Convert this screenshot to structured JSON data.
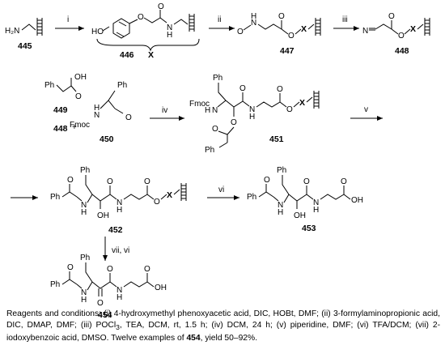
{
  "compounds": {
    "c445": "445",
    "c446": "446",
    "c447": "447",
    "c448": "448",
    "c449": "449",
    "c450": "450",
    "c451": "451",
    "c452": "452",
    "c453": "453",
    "c454": "454",
    "c448b": "448"
  },
  "group_x": "X",
  "labels": {
    "h2n": "H₂N",
    "ho": "HO",
    "o": "O",
    "n": "N",
    "h": "H",
    "x": "X",
    "nc": "N",
    "oh": "OH",
    "ph": "Ph",
    "fmoc": "Fmoc",
    "plus": "+"
  },
  "conditions": {
    "i": "i",
    "ii": "ii",
    "iii": "iii",
    "iv": "iv",
    "v": "v",
    "vi": "vi",
    "vii_vi": "vii, vi"
  },
  "caption": {
    "part1": "Reagents and conditions: (i) 4-hydroxymethyl phenoxyacetic acid, DIC, HOBt, DMF; (ii) 3-formylaminopropionic acid, DIC, DMAP, DMF; (iii) POCl",
    "sub3": "3",
    "part2": ", TEA, DCM, rt, 1.5 h; (iv) DCM, 24 h; (v) piperidine, DMF; (vi) TFA/DCM; (vii) 2-iodoxybenzoic acid, DMSO. Twelve examples of ",
    "bold": "454",
    "part3": ", yield 50–92%."
  }
}
